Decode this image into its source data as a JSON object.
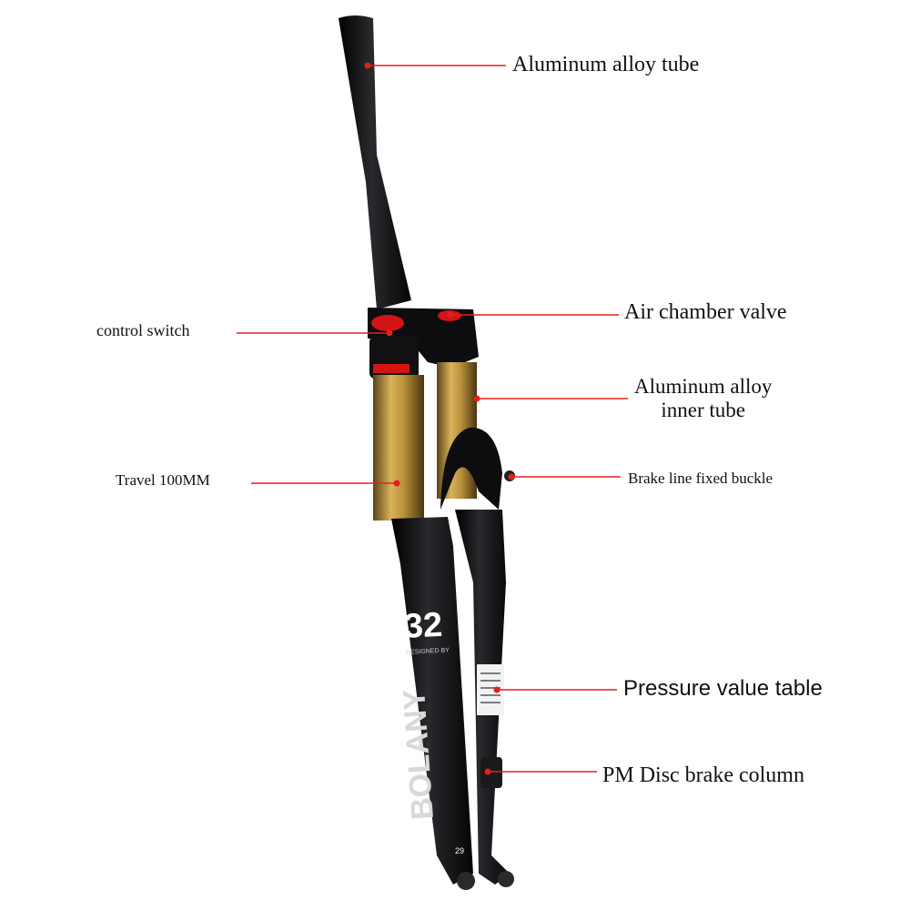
{
  "colors": {
    "leader": "#e0201c",
    "fork_black": "#0d0d0f",
    "stanchion_gold": "#b8913a",
    "accent_red": "#d21414"
  },
  "labels": {
    "tube": "Aluminum alloy tube",
    "valve": "Air chamber valve",
    "inner_line1": "Aluminum alloy",
    "inner_line2": "inner tube",
    "switch": "control switch",
    "travel": "Travel 100MM",
    "buckle": "Brake line fixed buckle",
    "pressure": "Pressure value table",
    "pm": "PM Disc brake column"
  },
  "decal": {
    "number": "32",
    "designed": "DESIGNED BY",
    "brand": "BOLANY",
    "size": "29"
  }
}
